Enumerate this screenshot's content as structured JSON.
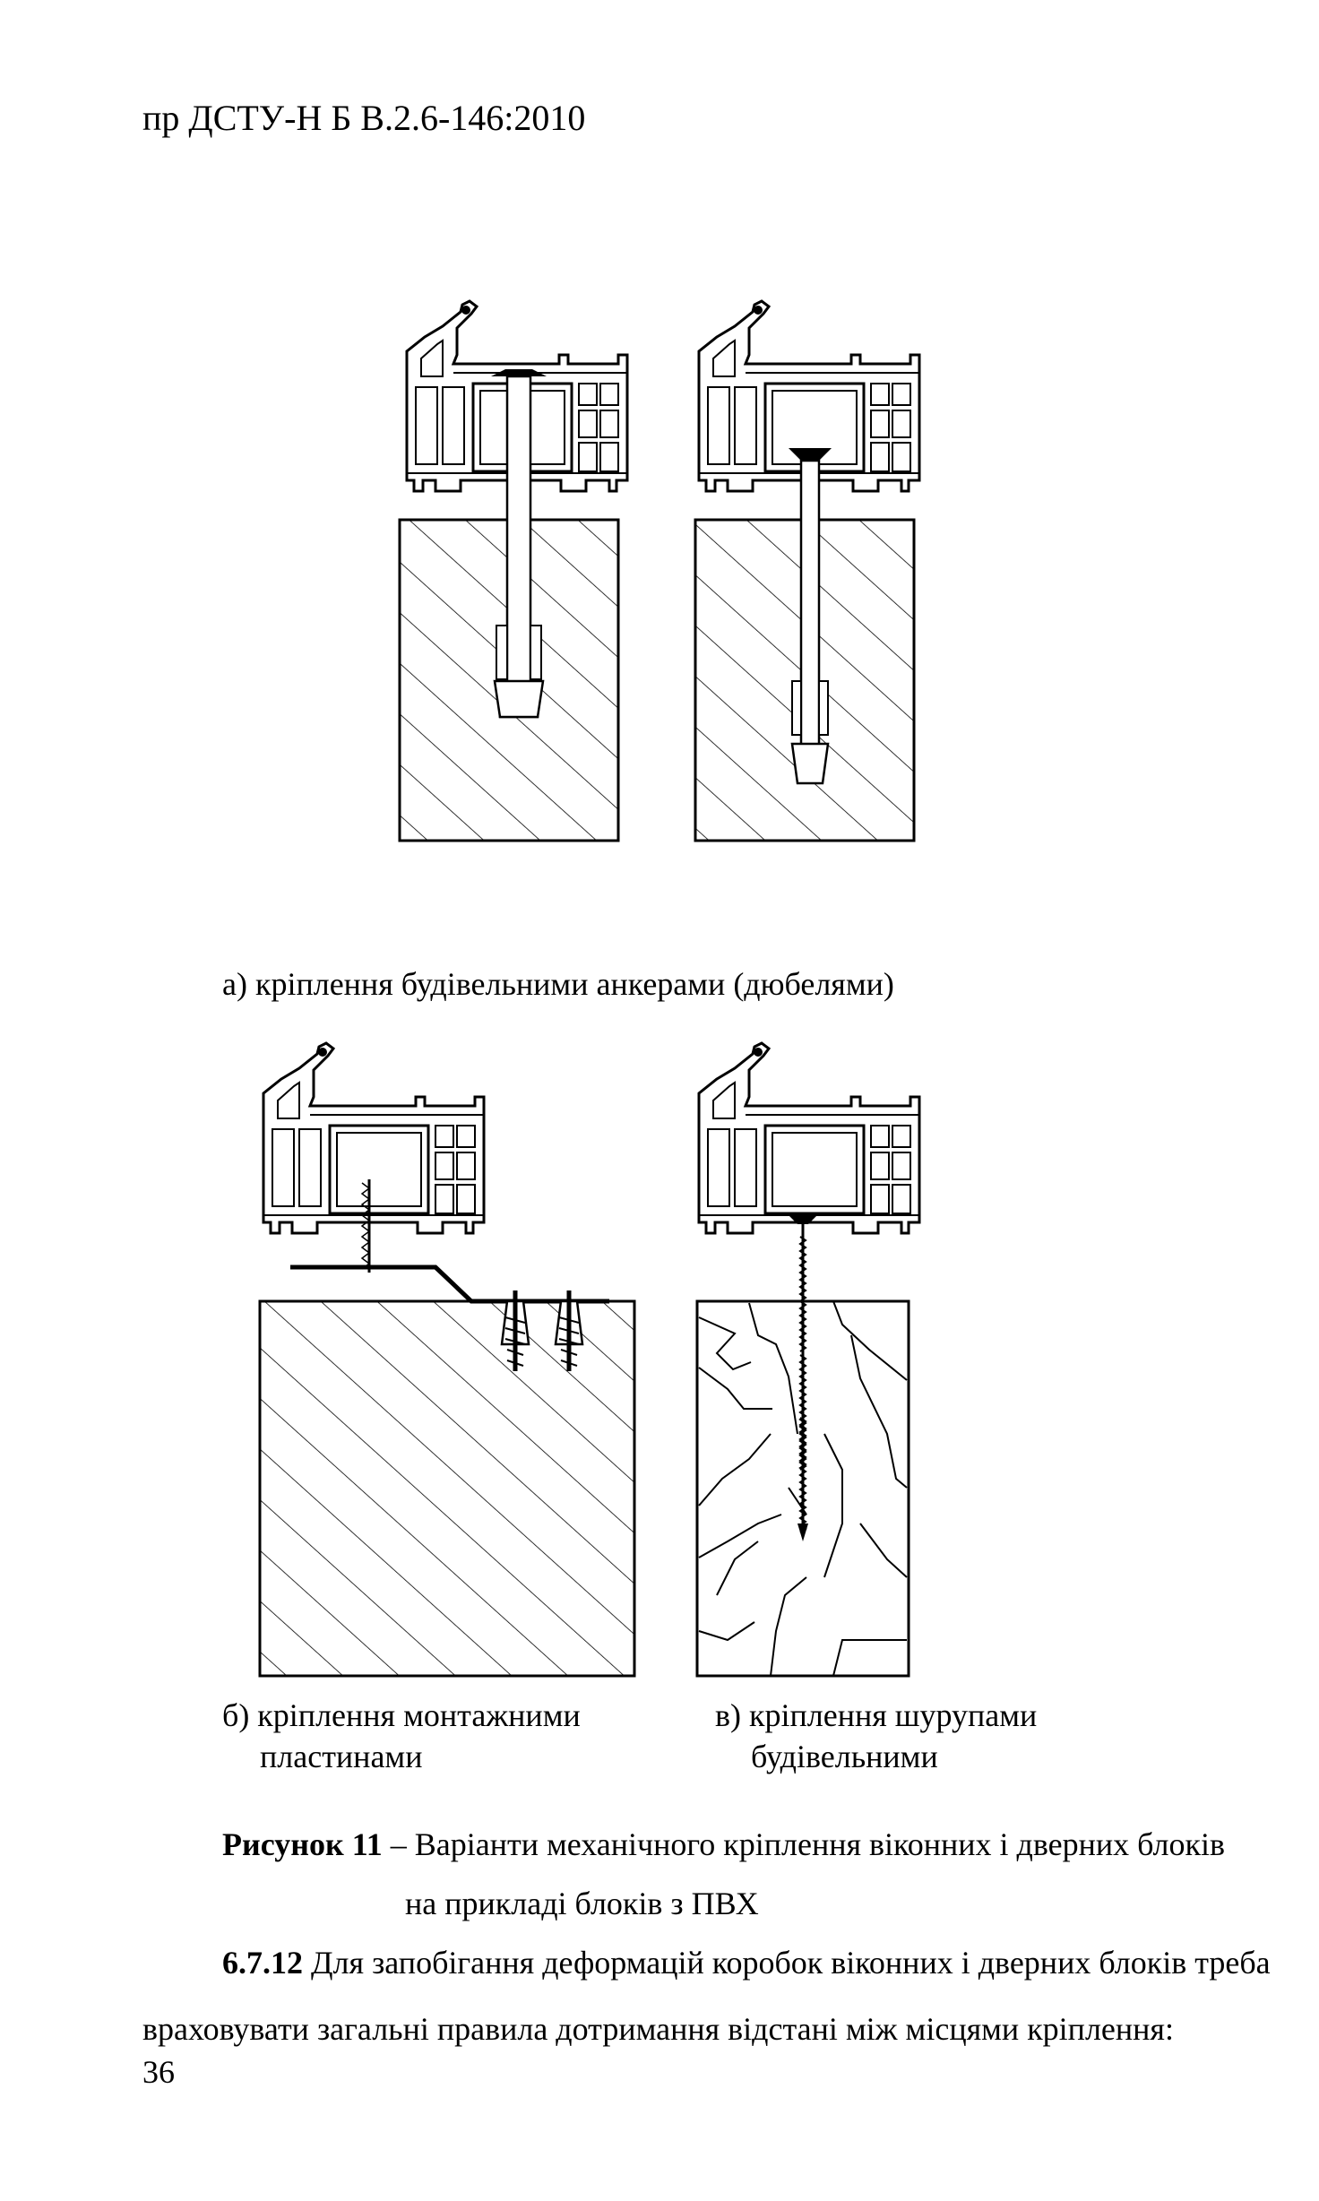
{
  "header": {
    "doc_code": "пр ДСТУ-Н Б В.2.6-146:2010"
  },
  "figure": {
    "caption_a": "а) кріплення будівельними анкерами (дюбелями)",
    "caption_b_line1": "б) кріплення монтажними",
    "caption_b_line2": "пластинами",
    "caption_c_line1": "в) кріплення шурупами",
    "caption_c_line2": "будівельними",
    "title_label": "Рисунок 11",
    "title_dash": "–",
    "title_text_line1": "Варіанти механічного кріплення віконних і дверних блоків",
    "title_text_line2": "на прикладі блоків з ПВХ"
  },
  "body": {
    "clause_number": "6.7.12",
    "clause_line1": "Для запобігання деформацій коробок віконних і дверних блоків треба",
    "clause_line2": "враховувати загальні правила дотримання відстані між місцями кріплення:"
  },
  "footer": {
    "page_number": "36"
  }
}
